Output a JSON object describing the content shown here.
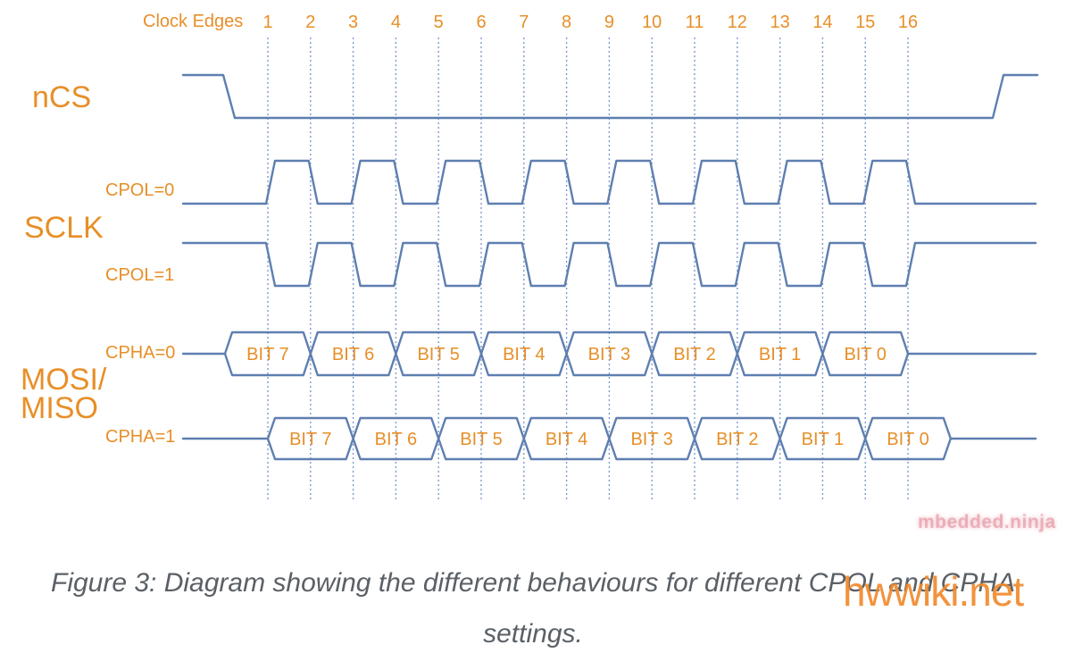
{
  "diagram": {
    "header": {
      "clock_edges_label": "Clock Edges"
    },
    "clock_edges": [
      "1",
      "2",
      "3",
      "4",
      "5",
      "6",
      "7",
      "8",
      "9",
      "10",
      "11",
      "12",
      "13",
      "14",
      "15",
      "16"
    ],
    "signals": {
      "ncs": {
        "label": "nCS"
      },
      "sclk": {
        "label": "SCLK",
        "cpol0_label": "CPOL=0",
        "cpol1_label": "CPOL=1"
      },
      "mosi_miso": {
        "label_line1": "MOSI/",
        "label_line2": "MISO",
        "cpha0_label": "CPHA=0",
        "cpha1_label": "CPHA=1"
      },
      "cpha0_bits": [
        "BIT 7",
        "BIT 6",
        "BIT 5",
        "BIT 4",
        "BIT 3",
        "BIT 2",
        "BIT 1",
        "BIT 0"
      ],
      "cpha1_bits": [
        "BIT 7",
        "BIT 6",
        "BIT 5",
        "BIT 4",
        "BIT 3",
        "BIT 2",
        "BIT 1",
        "BIT 0"
      ]
    },
    "colors": {
      "signal": "#5e7fb0",
      "grid": "#7f9bd0",
      "label_orange": "#e78f28",
      "caption_gray": "#5a6066",
      "watermark_pink": "#e08693",
      "watermark_orange": "#f18a2d"
    }
  },
  "watermarks": {
    "mbedded": "mbedded.ninja",
    "hwwiki": "hwwiki.net"
  },
  "caption": {
    "line1": "Figure 3: Diagram showing the different behaviours for different CPOL and CPHA",
    "line2": "settings."
  }
}
